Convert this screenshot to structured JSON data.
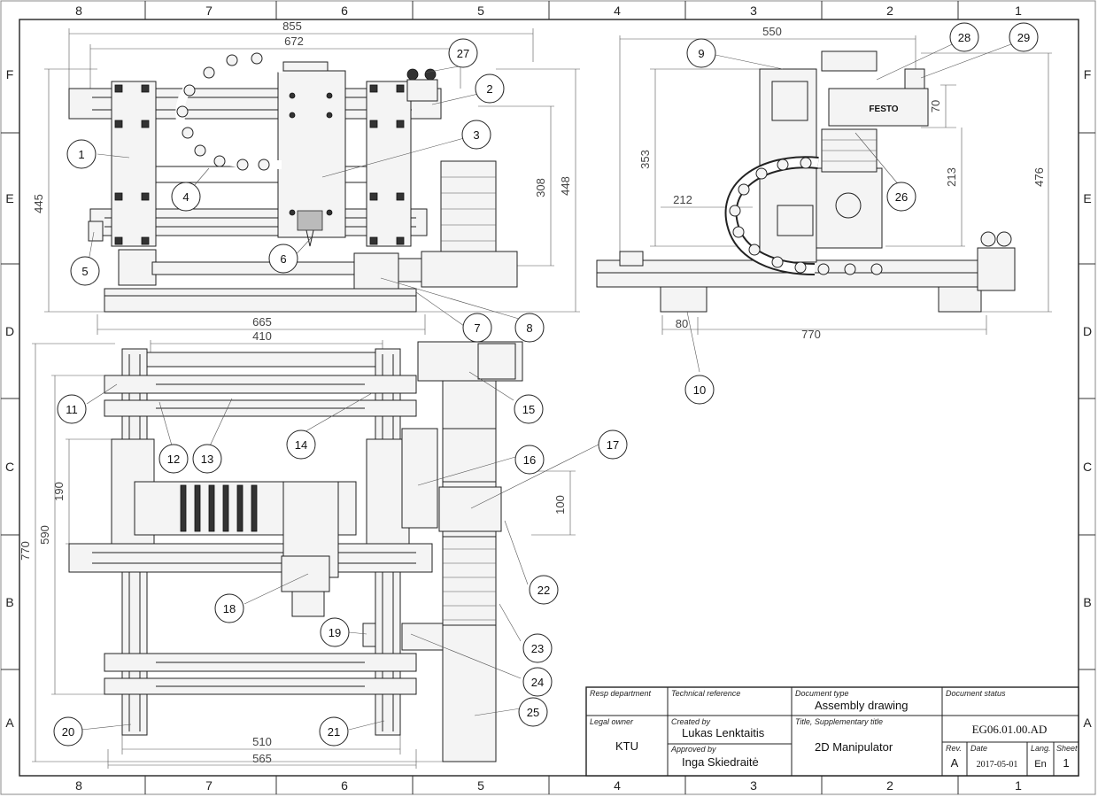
{
  "zones": {
    "columns": [
      "8",
      "7",
      "6",
      "5",
      "4",
      "3",
      "2",
      "1"
    ],
    "rows": [
      "F",
      "E",
      "D",
      "C",
      "B",
      "A"
    ]
  },
  "dimensions": {
    "front_855": "855",
    "front_672": "672",
    "front_445": "445",
    "front_448": "448",
    "front_308": "308",
    "front_665": "665",
    "side_550": "550",
    "side_353": "353",
    "side_476": "476",
    "side_70": "70",
    "side_213": "213",
    "side_212": "212",
    "side_80": "80",
    "side_770": "770",
    "top_410": "410",
    "top_770": "770",
    "top_590": "590",
    "top_190": "190",
    "top_100": "100",
    "top_510": "510",
    "top_565": "565"
  },
  "balloons": [
    "1",
    "2",
    "3",
    "4",
    "5",
    "6",
    "7",
    "8",
    "9",
    "10",
    "11",
    "12",
    "13",
    "14",
    "15",
    "16",
    "17",
    "18",
    "19",
    "20",
    "21",
    "22",
    "23",
    "24",
    "25",
    "26",
    "27",
    "28",
    "29"
  ],
  "motor_label": "FESTO",
  "title_block": {
    "resp_department_label": "Resp department",
    "technical_reference_label": "Technical reference",
    "document_type_label": "Document type",
    "document_type": "Assembly drawing",
    "document_status_label": "Document status",
    "legal_owner_label": "Legal owner",
    "legal_owner": "KTU",
    "created_by_label": "Created by",
    "created_by": "Lukas Lenktaitis",
    "title_label": "Title, Supplementary title",
    "title": "2D Manipulator",
    "approved_by_label": "Approved by",
    "approved_by": "Inga Skiedraitė",
    "drawing_number": "EG06.01.00.AD",
    "rev_label": "Rev.",
    "rev": "A",
    "date_label": "Date",
    "date": "2017-05-01",
    "lang_label": "Lang.",
    "lang": "En",
    "sheet_label": "Sheet",
    "sheet": "1"
  }
}
